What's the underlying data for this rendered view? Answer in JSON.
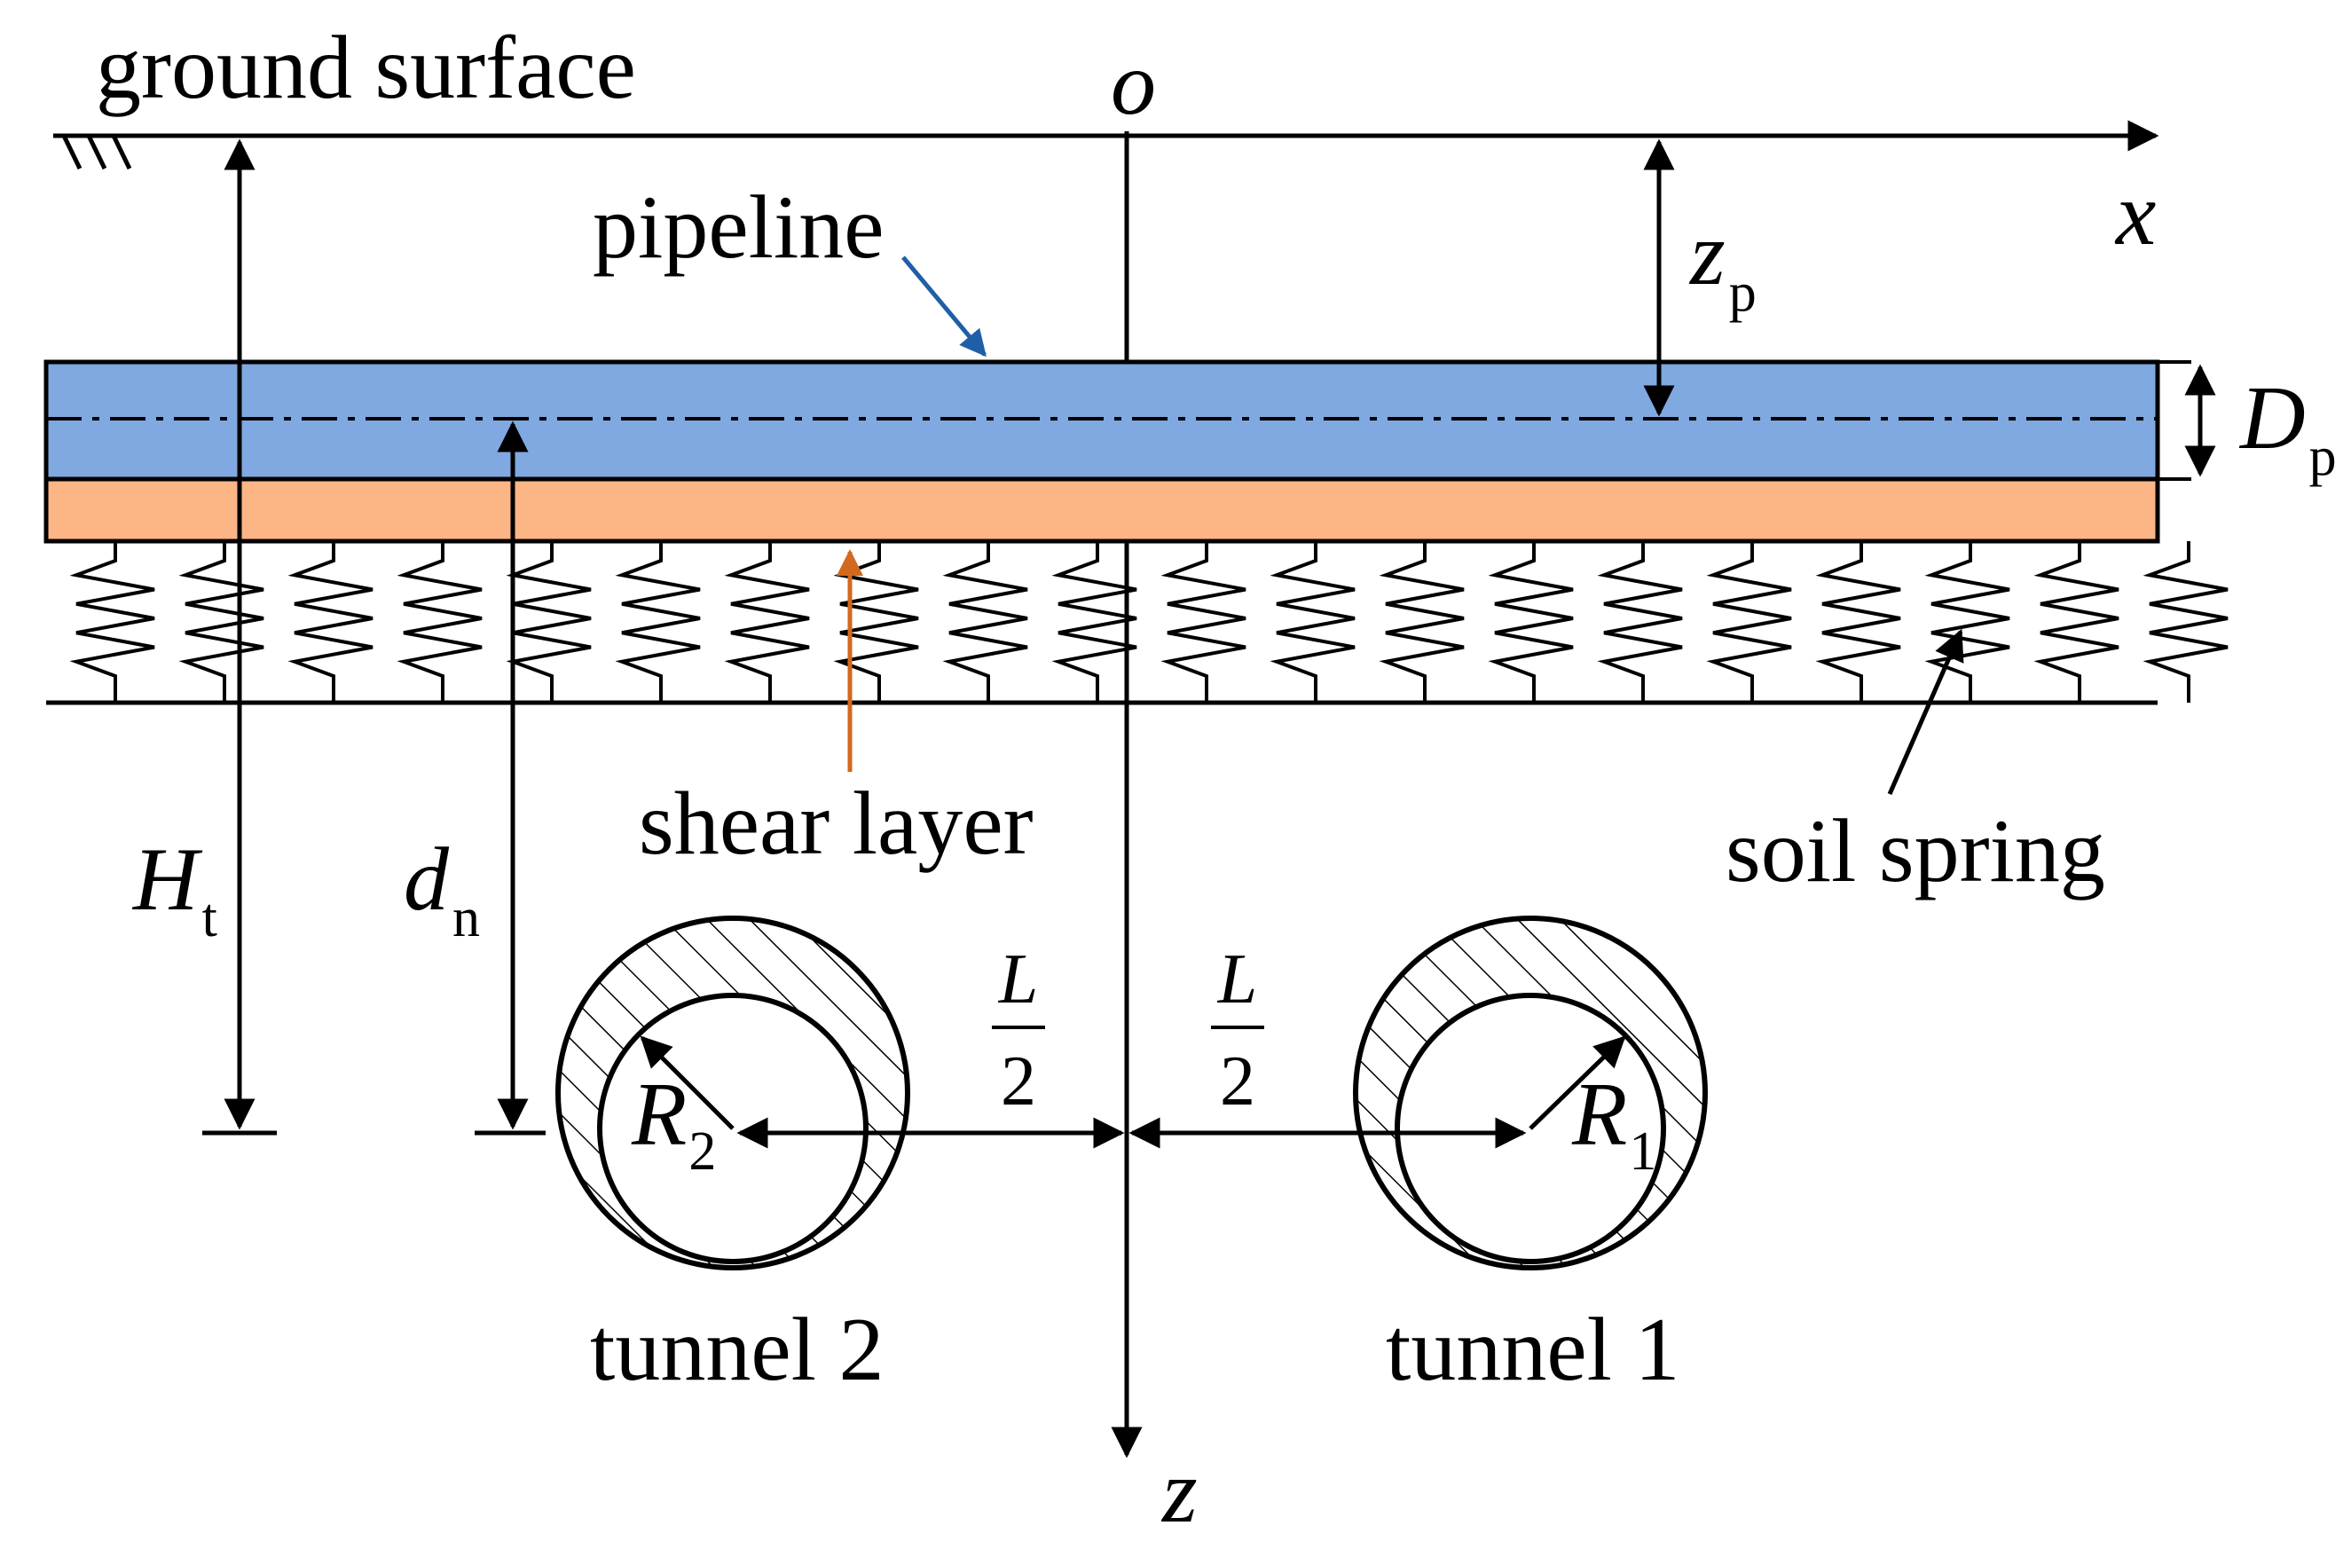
{
  "labels": {
    "ground_surface": "ground surface",
    "pipeline": "pipeline",
    "shear_layer": "shear layer",
    "soil_spring": "soil spring",
    "tunnel_1": "tunnel 1",
    "tunnel_2": "tunnel 2"
  },
  "axes": {
    "origin": "o",
    "x": "x",
    "z": "z"
  },
  "dimensions": {
    "zp": {
      "main": "z",
      "sub": "p"
    },
    "Dp": {
      "main": "D",
      "sub": "p"
    },
    "Ht": {
      "main": "H",
      "sub": "t"
    },
    "dn": {
      "main": "d",
      "sub": "n"
    },
    "R1": {
      "main": "R",
      "sub": "1"
    },
    "R2": {
      "main": "R",
      "sub": "2"
    },
    "half_L_left": {
      "num": "L",
      "den": "2"
    },
    "half_L_right": {
      "num": "L",
      "den": "2"
    }
  },
  "colors": {
    "pipeline_fill": "#7fa9e0",
    "shear_layer_fill": "#fcb585",
    "pipeline_arrow": "#1f5fa8",
    "shear_arrow": "#d2691e",
    "line": "#000000"
  }
}
